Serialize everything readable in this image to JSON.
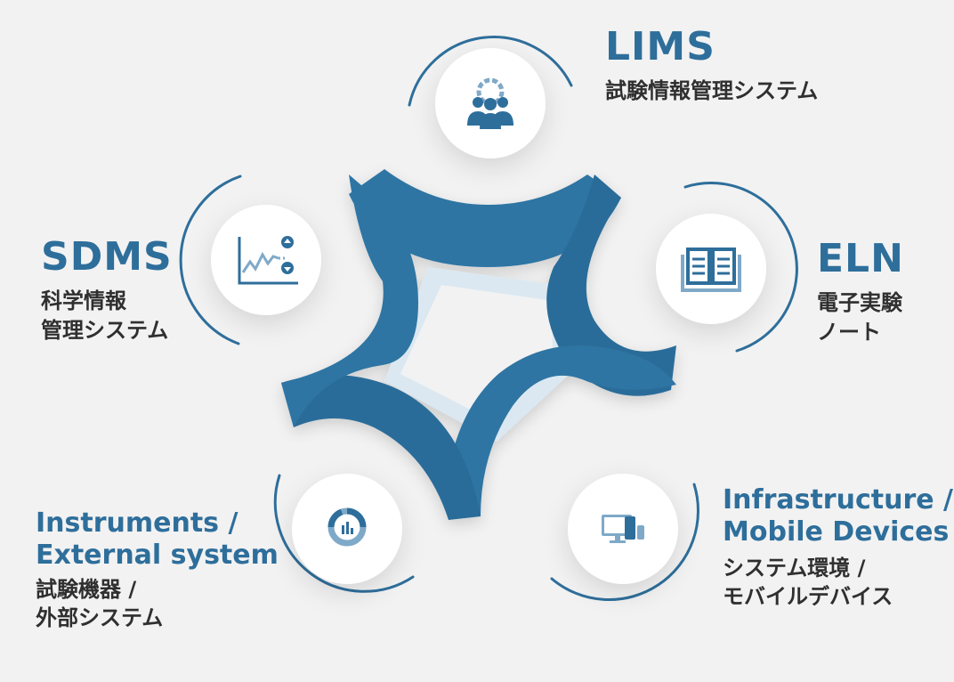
{
  "nodes": {
    "lims": {
      "title": "LIMS",
      "sub": [
        "試験情報管理システム"
      ],
      "icon": "people-gear-icon"
    },
    "eln": {
      "title": "ELN",
      "sub": [
        "電子実験",
        "ノート"
      ],
      "icon": "open-book-icon"
    },
    "sdms": {
      "title": "SDMS",
      "sub": [
        "科学情報",
        "管理システム"
      ],
      "icon": "line-chart-icon"
    },
    "instruments": {
      "title": [
        "Instruments /",
        "External system"
      ],
      "sub": [
        "試験機器 /",
        "外部システム"
      ],
      "icon": "donut-chart-icon"
    },
    "infra": {
      "title": [
        "Infrastructure /",
        "Mobile Devices"
      ],
      "sub": [
        "システム環境 /",
        "モバイルデバイス"
      ],
      "icon": "devices-icon"
    }
  },
  "colors": {
    "primary": "#2e6e9b",
    "ring": "#2f75a3",
    "ring_light": "#dbe8f1",
    "background": "#f2f2f2",
    "circle": "#ffffff"
  }
}
